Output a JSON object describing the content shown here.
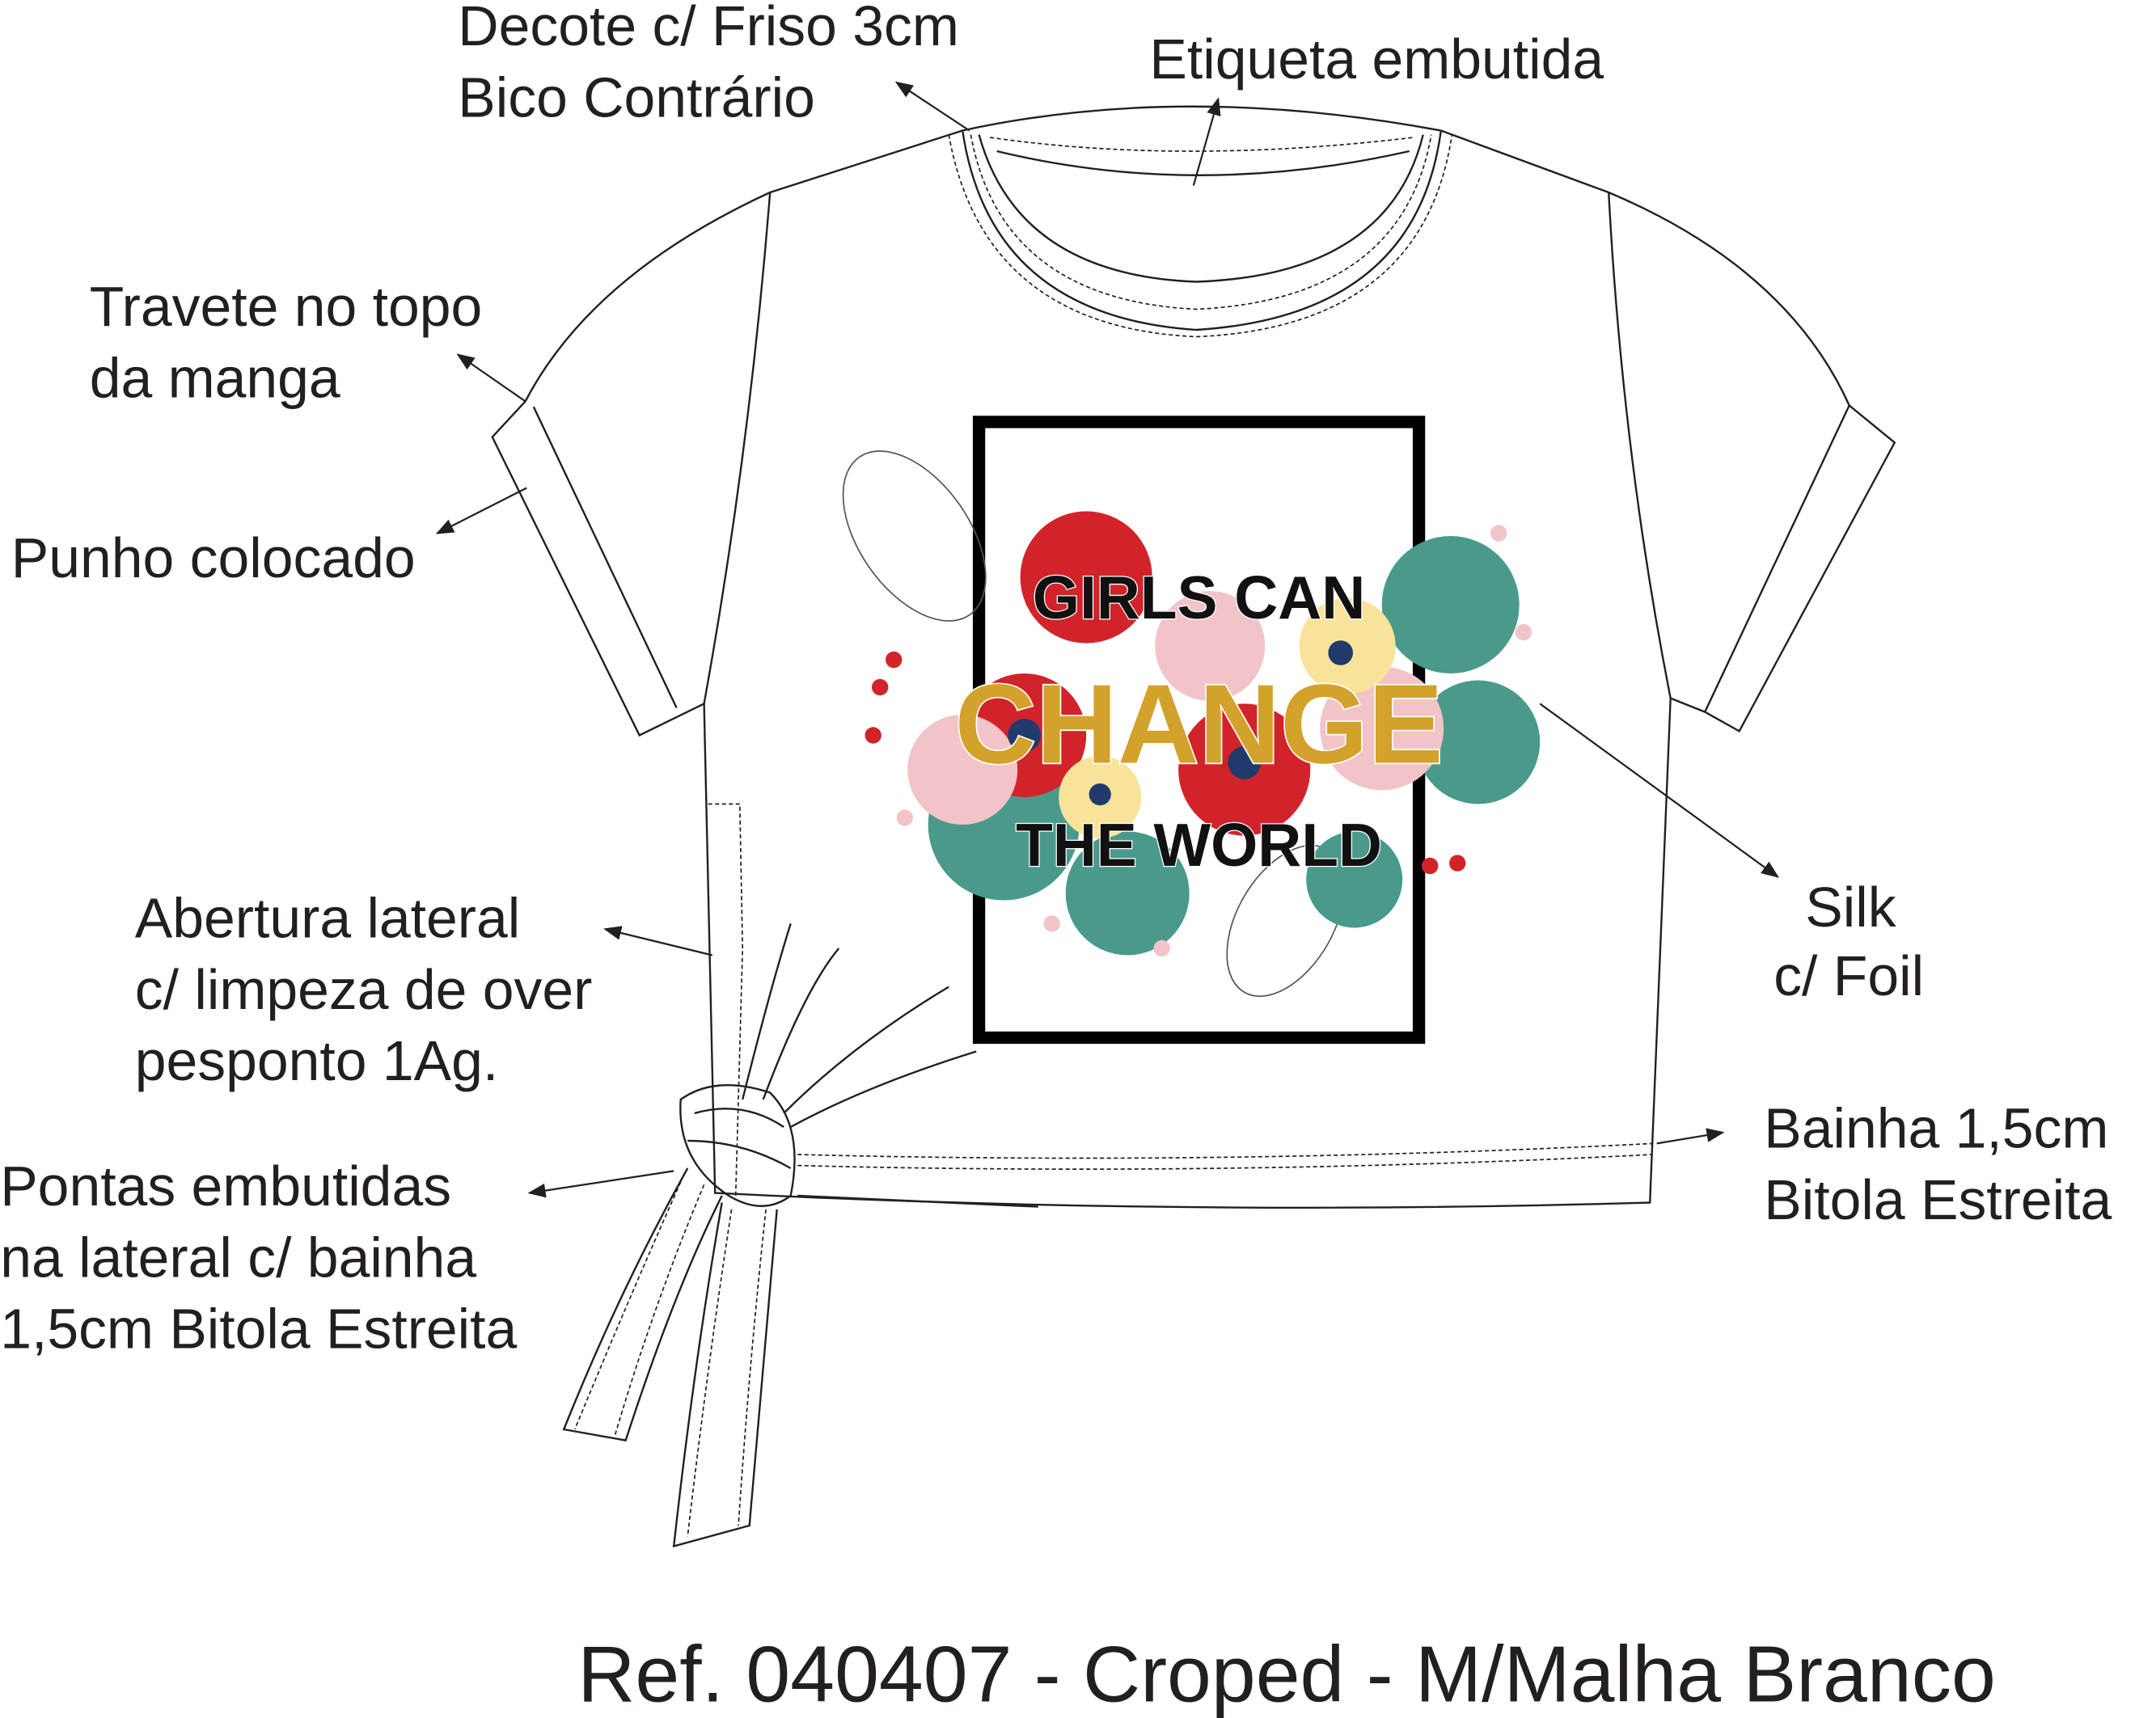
{
  "labels": {
    "decote": [
      "Decote c/ Friso 3cm",
      "Bico Contrário"
    ],
    "etiqueta": "Etiqueta embutida",
    "travete": [
      "Travete no topo",
      "da manga"
    ],
    "punho": "Punho colocado",
    "abertura": [
      "Abertura lateral",
      "c/ limpeza de over",
      "pesponto 1Ag."
    ],
    "pontas": [
      "Pontas embutidas",
      "na lateral c/ bainha",
      "1,5cm Bitola Estreita"
    ],
    "silk": [
      "Silk",
      "c/ Foil"
    ],
    "bainha": [
      "Bainha 1,5cm",
      "Bitola Estreita"
    ]
  },
  "print": {
    "line1": "GIRLS CAN",
    "line2": "CHANGE",
    "line3": "THE WORLD",
    "colors": {
      "frame": "#000000",
      "gold": "#d4a12a",
      "red": "#d2232a",
      "teal": "#4a9a8c",
      "pink": "#f2c4c8",
      "yellow": "#f7e39a",
      "navy": "#1f3a6b"
    }
  },
  "title": "Ref. 040407 - Croped - M/Malha Branco"
}
